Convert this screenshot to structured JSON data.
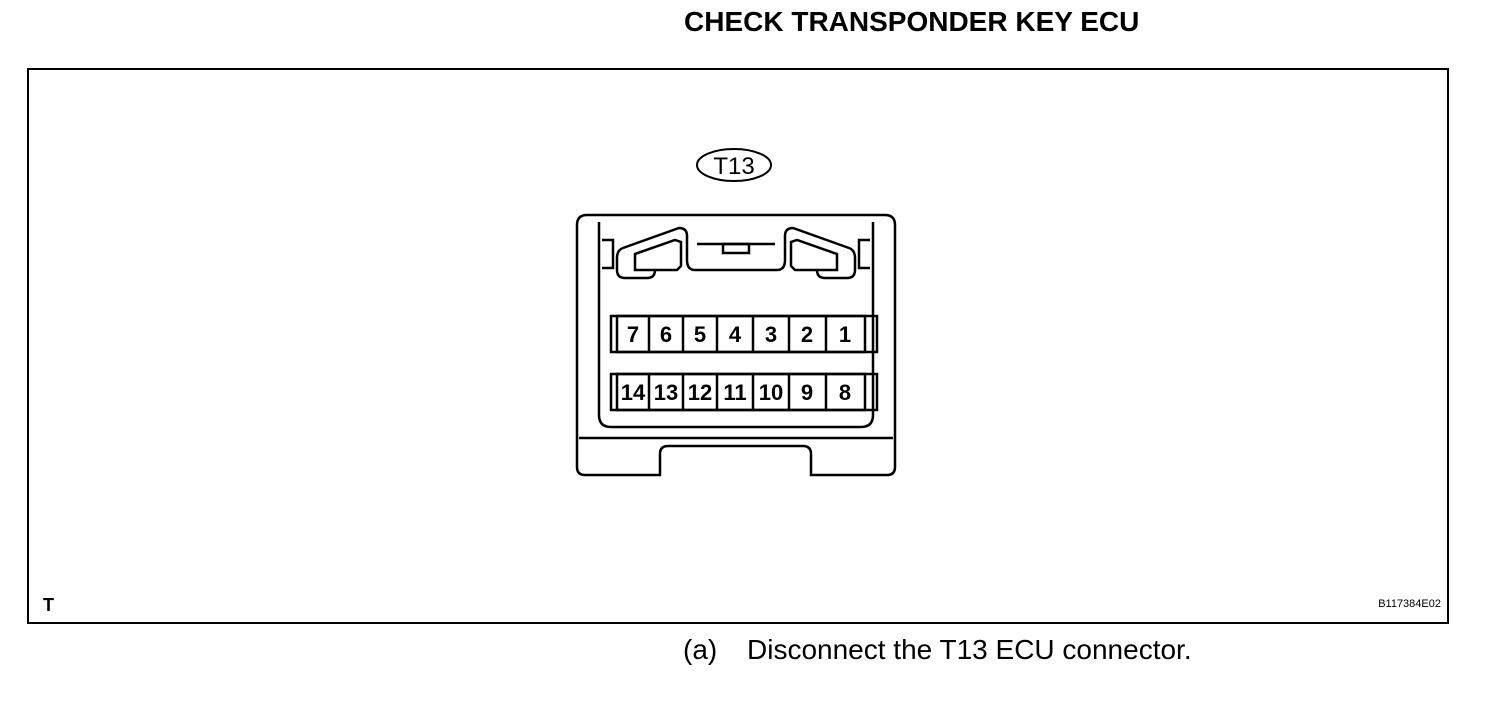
{
  "title": "CHECK TRANSPONDER KEY ECU",
  "figure": {
    "connector_label": "T13",
    "pins_top_row": [
      "7",
      "6",
      "5",
      "4",
      "3",
      "2",
      "1"
    ],
    "pins_bottom_row": [
      "14",
      "13",
      "12",
      "11",
      "10",
      "9",
      "8"
    ],
    "corner_left_label": "T",
    "figure_code": "B117384E02"
  },
  "step": {
    "marker": "(a)",
    "text": "Disconnect the T13 ECU connector."
  }
}
